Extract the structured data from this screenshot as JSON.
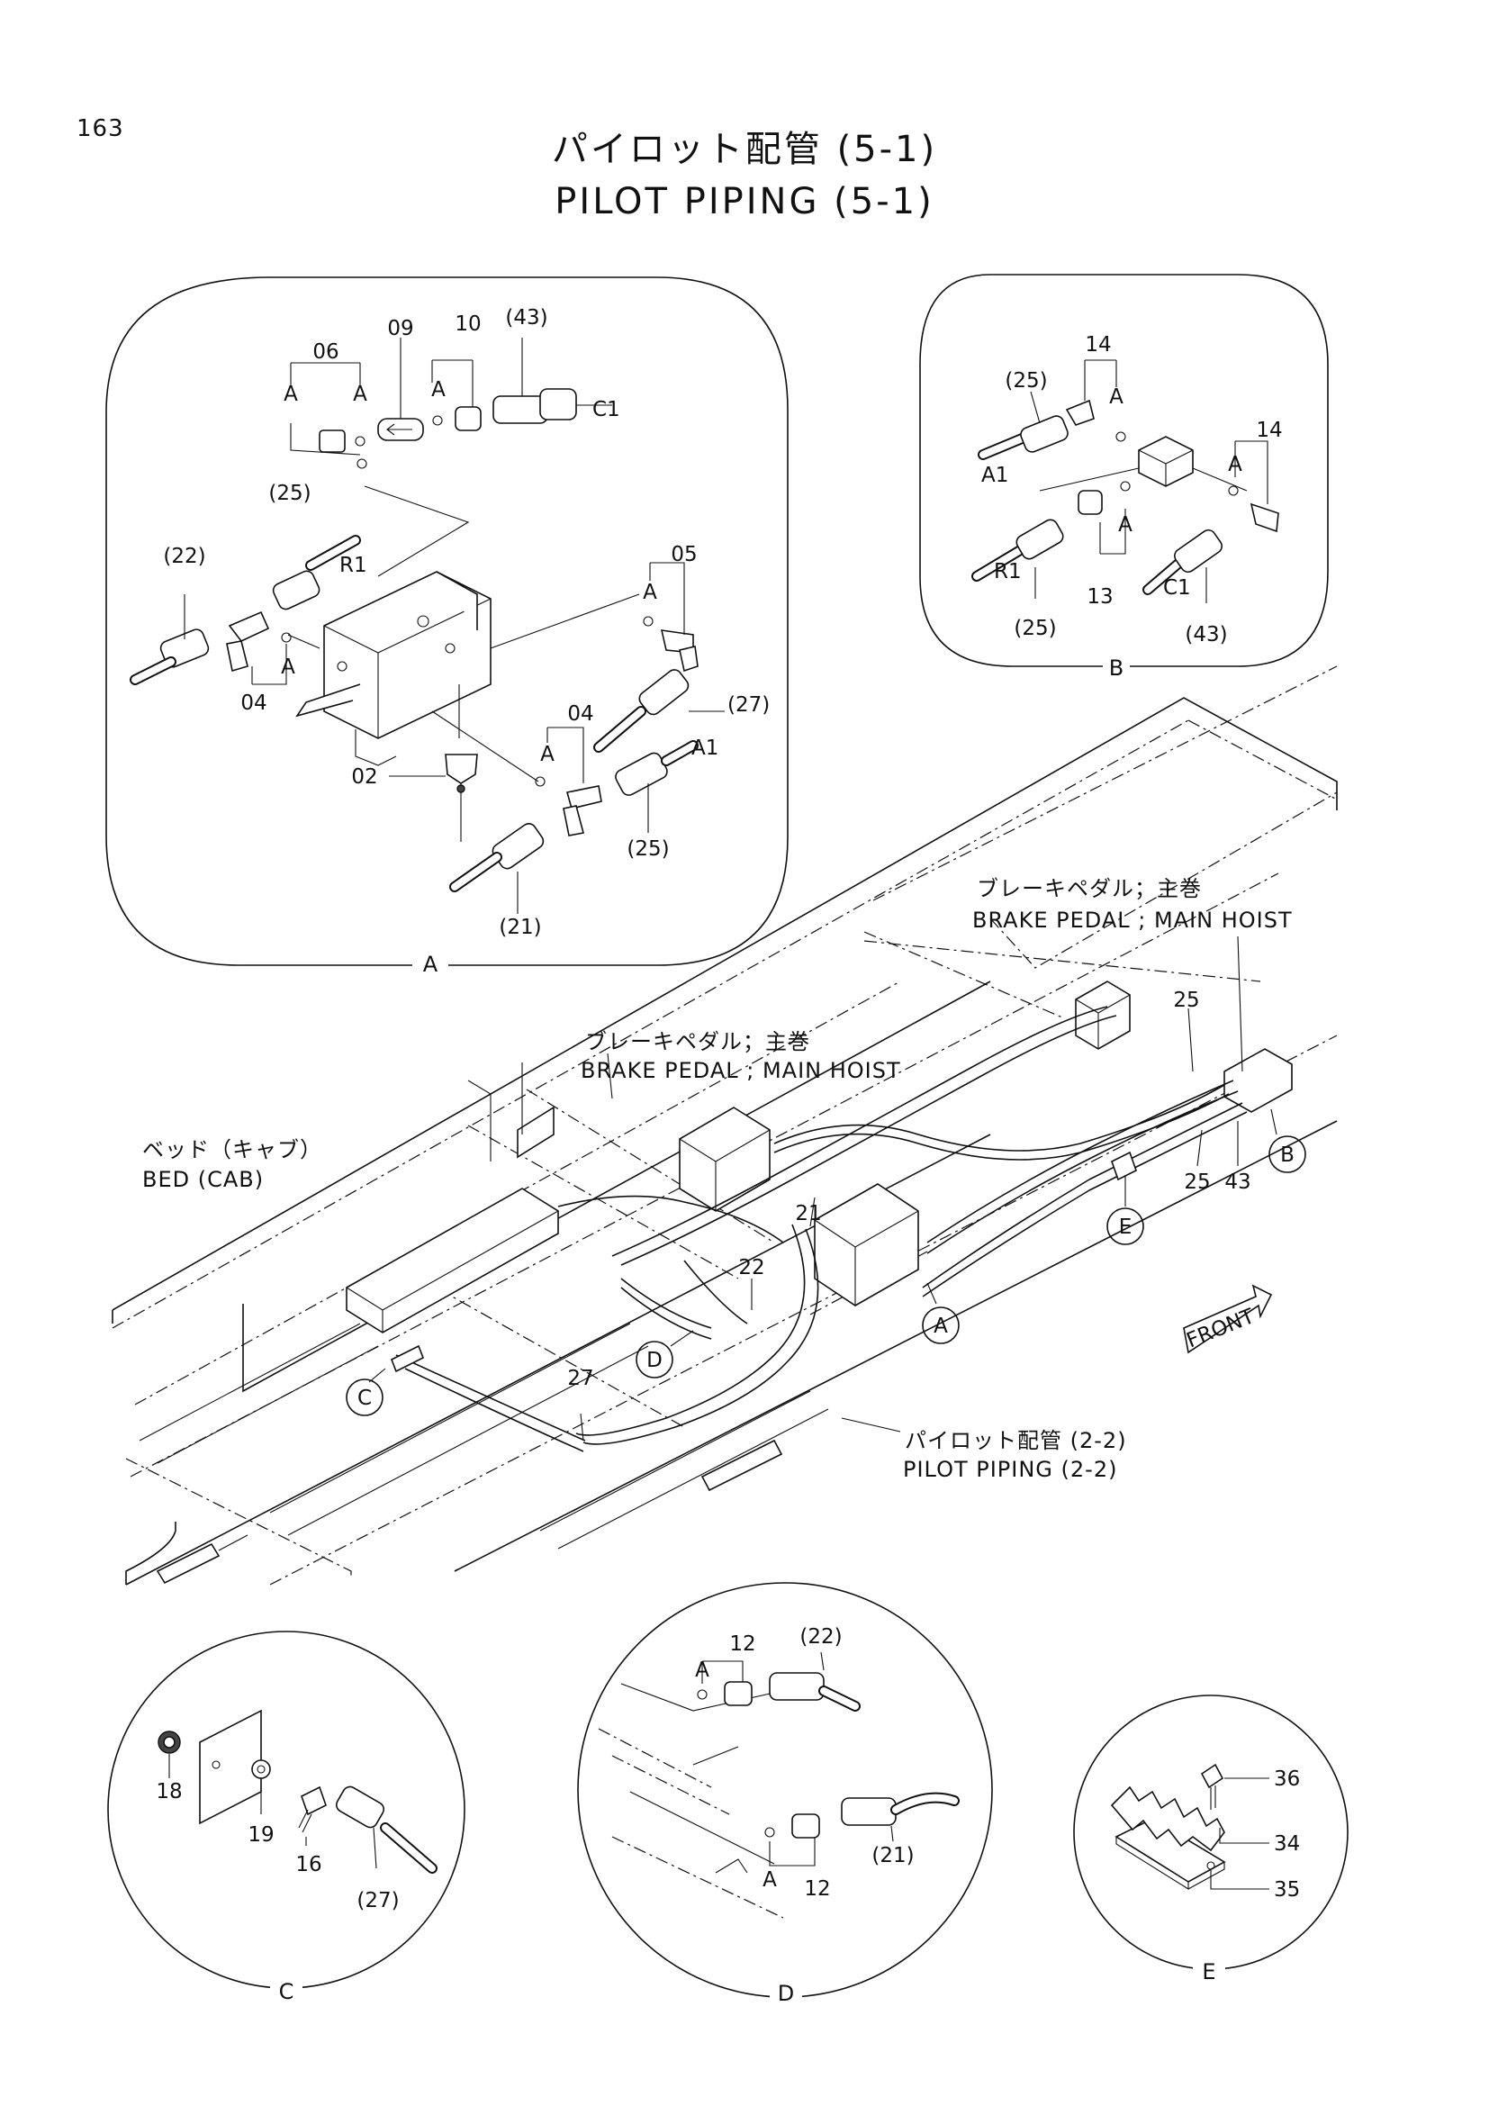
{
  "page_number": "163",
  "title_jp": "パイロット配管 (5-1)",
  "title_en": "PILOT PIPING (5-1)",
  "notes": {
    "brake_pedal_1_jp": "ブレーキペダル；主巻",
    "brake_pedal_1_en": "BRAKE PEDAL ; MAIN HOIST",
    "brake_pedal_2_jp": "ブレーキペダル；主巻",
    "brake_pedal_2_en": "BRAKE PEDAL ; MAIN HOIST",
    "bed_jp": "ベッド（キャブ）",
    "bed_en": "BED (CAB)",
    "pilot_ref_jp": "パイロット配管 (2-2)",
    "pilot_ref_en": "PILOT PIPING (2-2)",
    "front": "FRONT"
  },
  "detail_a": {
    "caption": "A",
    "labels": [
      "06",
      "09",
      "10",
      "(43)",
      "A",
      "A",
      "A",
      "C1",
      "(25)",
      "R1",
      "(22)",
      "05",
      "A",
      "A",
      "04",
      "(27)",
      "04",
      "A",
      "A1",
      "02",
      "(25)",
      "(21)"
    ]
  },
  "detail_b": {
    "caption": "B",
    "labels": [
      "14",
      "(25)",
      "A",
      "14",
      "A1",
      "A",
      "A",
      "R1",
      "C1",
      "13",
      "(25)",
      "(43)"
    ]
  },
  "detail_c": {
    "caption": "C",
    "labels": [
      "18",
      "19",
      "16",
      "(27)"
    ]
  },
  "detail_d": {
    "caption": "D",
    "labels": [
      "12",
      "(22)",
      "A",
      "A",
      "12",
      "(21)"
    ]
  },
  "detail_e": {
    "caption": "E",
    "labels": [
      "36",
      "34",
      "35"
    ]
  },
  "main_view": {
    "callouts": [
      "A",
      "B",
      "C",
      "D",
      "E"
    ],
    "part_numbers": [
      "25",
      "25",
      "43",
      "21",
      "22",
      "27"
    ]
  }
}
